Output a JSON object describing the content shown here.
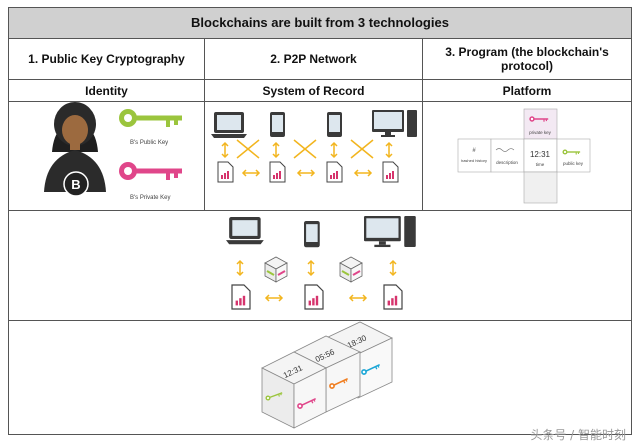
{
  "table": {
    "title": "Blockchains are built from 3 technologies",
    "columns": [
      {
        "heading": "1. Public Key Cryptography",
        "subheading": "Identity"
      },
      {
        "heading": "2. P2P Network",
        "subheading": "System of Record"
      },
      {
        "heading": "3. Program (the blockchain's protocol)",
        "subheading": "Platform"
      }
    ]
  },
  "identity": {
    "avatar_letter": "B",
    "public_key_label": "B's Public Key",
    "private_key_label": "B's Private Key"
  },
  "platform": {
    "private_key_label": "private key",
    "public_key_label": "public key",
    "hash_label": "#",
    "hashed_history_label": "hashed history",
    "description_label": "description",
    "time_value": "12:31",
    "time_label": "time"
  },
  "chain": {
    "times": [
      "12:31",
      "05:56",
      "18:30"
    ]
  },
  "colors": {
    "public_key": "#9bc53d",
    "private_key": "#e0468a",
    "orange_key": "#f07d1f",
    "blue_key": "#1aa6d6",
    "arrow": "#f2b51e",
    "doc_bar": "#d6336c"
  },
  "watermark": "头条号 / 智能时刻"
}
